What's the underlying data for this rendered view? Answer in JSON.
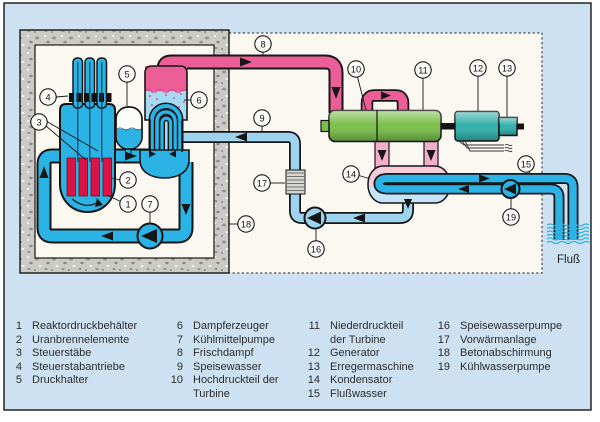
{
  "colors": {
    "canvas_bg": "#cde1f3",
    "interior_bg": "#fbf8f2",
    "concrete": "#cbcac6",
    "water": "#2cb3e6",
    "water_light": "#9ed3f0",
    "sg_water": "#a5daf3",
    "steam": "#ec5f96",
    "steam_light": "#f4aecb",
    "condenser_pink": "#f8cbd8",
    "condenser_blue": "#c5e4f7",
    "fuel_red": "#dc1446",
    "turbine_green": "#7cbf4e",
    "generator_teal": "#35b0ad",
    "outline": "#161616"
  },
  "diagram": {
    "river_label": "Fluß",
    "callouts": [
      "1",
      "2",
      "3",
      "4",
      "5",
      "6",
      "7",
      "8",
      "9",
      "10",
      "11",
      "12",
      "13",
      "14",
      "15",
      "16",
      "17",
      "18",
      "19"
    ]
  },
  "legend": {
    "items": [
      {
        "num": "1",
        "label": "Reaktordruckbehälter"
      },
      {
        "num": "2",
        "label": "Uranbrennelemente"
      },
      {
        "num": "3",
        "label": "Steuerstäbe"
      },
      {
        "num": "4",
        "label": "Steuerstabantriebe"
      },
      {
        "num": "5",
        "label": "Druckhalter"
      },
      {
        "num": "6",
        "label": "Dampferzeuger"
      },
      {
        "num": "7",
        "label": "Kühlmittelpumpe"
      },
      {
        "num": "8",
        "label": "Frischdampf"
      },
      {
        "num": "9",
        "label": "Speisewasser"
      },
      {
        "num": "10",
        "label": "Hochdruckteil der Turbine"
      },
      {
        "num": "11",
        "label": "Niederdruckteil der Turbine"
      },
      {
        "num": "12",
        "label": "Generator"
      },
      {
        "num": "13",
        "label": "Erregermaschine"
      },
      {
        "num": "14",
        "label": "Kondensator"
      },
      {
        "num": "15",
        "label": "Flußwasser"
      },
      {
        "num": "16",
        "label": "Speisewasserpumpe"
      },
      {
        "num": "17",
        "label": "Vorwärmanlage"
      },
      {
        "num": "18",
        "label": "Betonabschirmung"
      },
      {
        "num": "19",
        "label": "Kühlwasserpumpe"
      }
    ]
  }
}
